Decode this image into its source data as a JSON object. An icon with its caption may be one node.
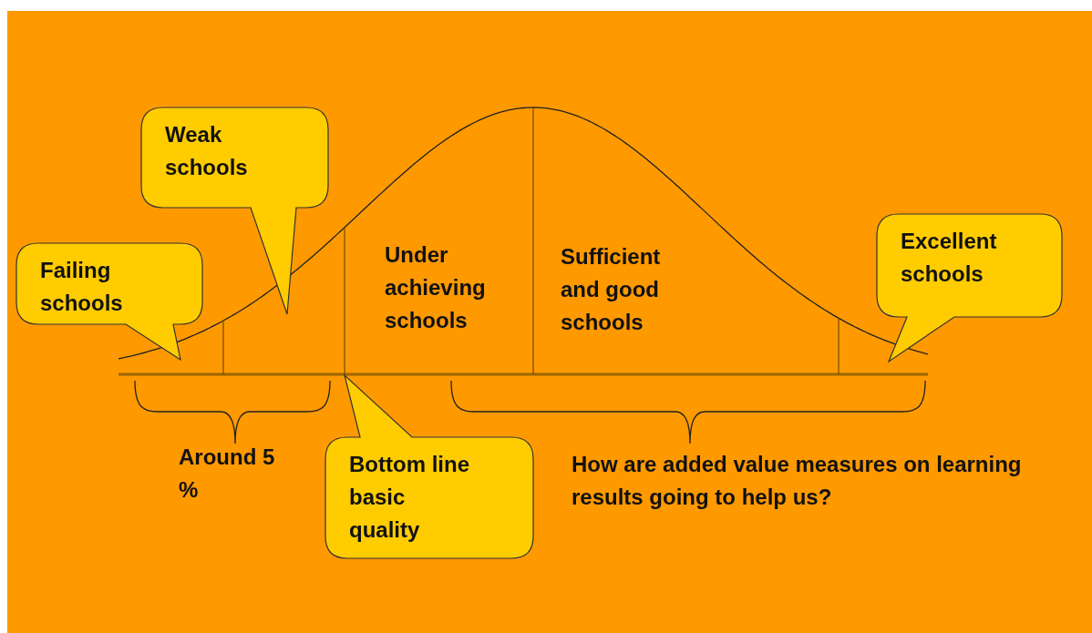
{
  "diagram": {
    "nodes": [
      {
        "text": [
          "Weak schools"
        ]
      },
      {
        "text": [
          "Failing schools"
        ]
      },
      {
        "text": [
          "Excellent schools"
        ]
      },
      {
        "text": [
          "Bottom line basic quality"
        ]
      }
    ],
    "labels": [
      "Under achieving schools",
      "Sufficient and good schools",
      "Around 5 %",
      "How are added value measures on learning results going to help us?"
    ]
  }
}
